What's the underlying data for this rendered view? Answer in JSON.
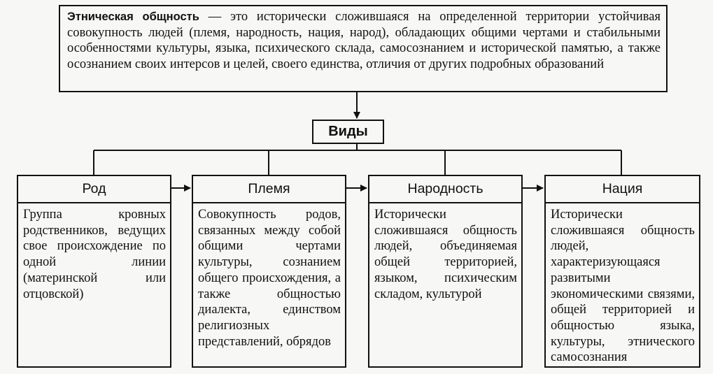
{
  "definition": {
    "term": "Этническая общность",
    "text": " — это исторически сложившаяся на определенной территории устойчивая совокупность людей (племя, народность, нация, народ), обладающих общими чертами и стабильными особенностями культуры, языка, психического склада, самосознанием и исторической памятью, а также осознанием своих интерсов и целей, своего единства, отличия от других подробных образований"
  },
  "kinds": {
    "label": "Виды"
  },
  "columns": [
    {
      "title": "Род",
      "text": "Группа кровных родственников, ведущих свое происхождение по одной линии (материнской или отцовской)"
    },
    {
      "title": "Племя",
      "text": "Совокупность родов, связанных между собой общими чертами культуры, сознанием общего происхождения, а также общностью диалекта, единством религиозных представлений, обрядов"
    },
    {
      "title": "Народность",
      "text": "Исторически сложившаяся общность людей, объединяемая общей территорией, языком, психическим складом, культурой"
    },
    {
      "title": "Нация",
      "text": "Исторически сложившаяся общность людей, характеризующаяся развитыми экономическими связями, общей территорией и общностью языка, культуры, этнического самосознания"
    }
  ]
}
